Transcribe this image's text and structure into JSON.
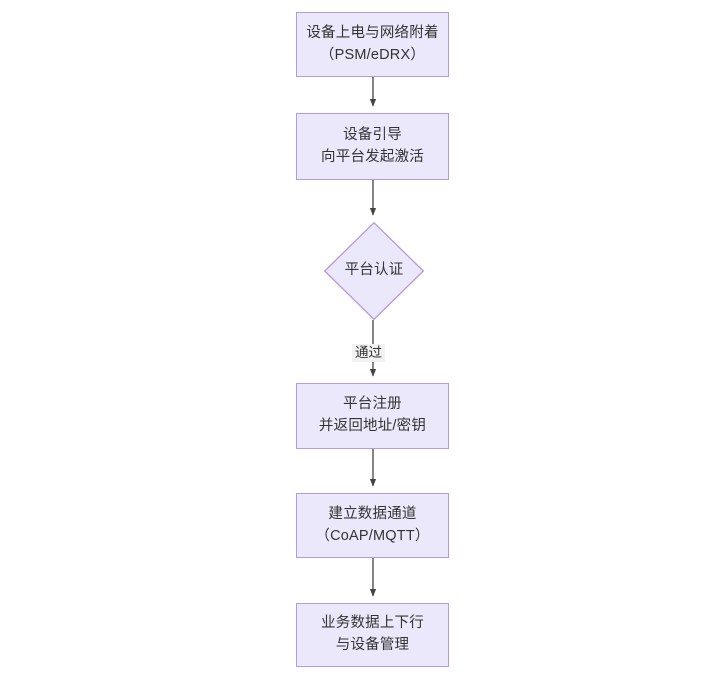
{
  "diagram": {
    "type": "flowchart",
    "orientation": "top-to-bottom",
    "title": "",
    "background_color": "#ffffff",
    "node_fill_color": "#ebe8fb",
    "node_border_color": "#b49ae0",
    "node_text_color": "#333333",
    "connector_color": "#444444",
    "edge_label_background": "#f2f2f2",
    "nodes": [
      {
        "id": "power",
        "shape": "rectangle",
        "line1": "设备上电与网络附着",
        "line2": "（PSM/eDRX）",
        "text": "设备上电与网络附着\n（PSM/eDRX）"
      },
      {
        "id": "boot",
        "shape": "rectangle",
        "line1": "设备引导",
        "line2": "向平台发起激活",
        "text": "设备引导\n向平台发起激活"
      },
      {
        "id": "auth",
        "shape": "diamond",
        "line1": "平台认证",
        "line2": "",
        "text": "平台认证"
      },
      {
        "id": "register",
        "shape": "rectangle",
        "line1": "平台注册",
        "line2": "并返回地址/密钥",
        "text": "平台注册\n并返回地址/密钥"
      },
      {
        "id": "channel",
        "shape": "rectangle",
        "line1": "建立数据通道",
        "line2": "（CoAP/MQTT）",
        "text": "建立数据通道\n（CoAP/MQTT）"
      },
      {
        "id": "business",
        "shape": "rectangle",
        "line1": "业务数据上下行",
        "line2": "与设备管理",
        "text": "业务数据上下行\n与设备管理"
      }
    ],
    "edges": [
      {
        "id": "e1",
        "from": "power",
        "to": "boot",
        "label": ""
      },
      {
        "id": "e2",
        "from": "boot",
        "to": "auth",
        "label": ""
      },
      {
        "id": "e3",
        "from": "auth",
        "to": "register",
        "label": "通过"
      },
      {
        "id": "e4",
        "from": "register",
        "to": "channel",
        "label": ""
      },
      {
        "id": "e5",
        "from": "channel",
        "to": "business",
        "label": ""
      }
    ]
  }
}
